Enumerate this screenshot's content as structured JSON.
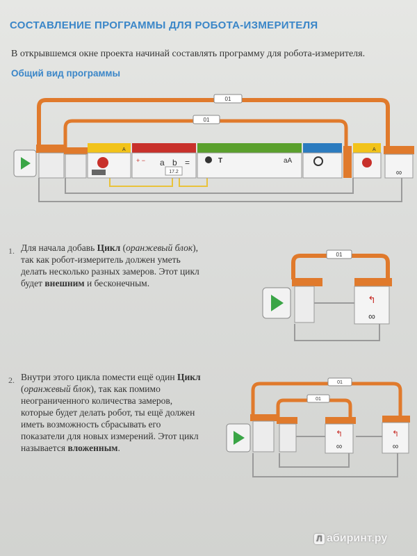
{
  "header": {
    "title": "СОСТАВЛЕНИЕ ПРОГРАММЫ ДЛЯ РОБОТА-ИЗМЕРИТЕЛЯ",
    "intro": "В открывшемся окне проекта начинай составлять программу для робота-измерителя.",
    "subtitle": "Общий вид программы"
  },
  "diagram_main": {
    "loop_labels": [
      "01",
      "01"
    ],
    "block_labels": [
      "A",
      "A"
    ],
    "math_symbols": [
      "a",
      "b",
      "="
    ],
    "value_label": "17.2",
    "text_label": "aA"
  },
  "step1": {
    "number": "1.",
    "p1": "Для начала добавь ",
    "bold1": "Цикл",
    "p2": " (",
    "ital1": "оранжевый блок",
    "p3": "), так как робот-измеритель должен уметь делать несколько разных замеров. Этот цикл будет ",
    "bold2": "внешним",
    "p4": " и бесконечным.",
    "loop_label": "01"
  },
  "step2": {
    "number": "2.",
    "p1": "Внутри этого цикла помести ещё один ",
    "bold1": "Цикл",
    "p2": " (",
    "ital1": "оранжевый блок",
    "p3": "), так как помимо неограниченного количества замеров, которые будет делать робот, ты ещё должен иметь возможность сбрасывать его показатели для новых измерений. Этот цикл называется ",
    "bold2": "вложенным",
    "p4": ".",
    "loop_labels": [
      "01",
      "01"
    ]
  },
  "watermark": {
    "logo": "Л",
    "text": "абиринт.ру"
  },
  "colors": {
    "heading": "#3a86c8",
    "loop_orange": "#e07a2c",
    "block_red": "#c8302a",
    "block_yellow": "#f2c31a",
    "block_green": "#5aa02c",
    "block_blue": "#2b7bbf",
    "start_green": "#3aa546"
  }
}
